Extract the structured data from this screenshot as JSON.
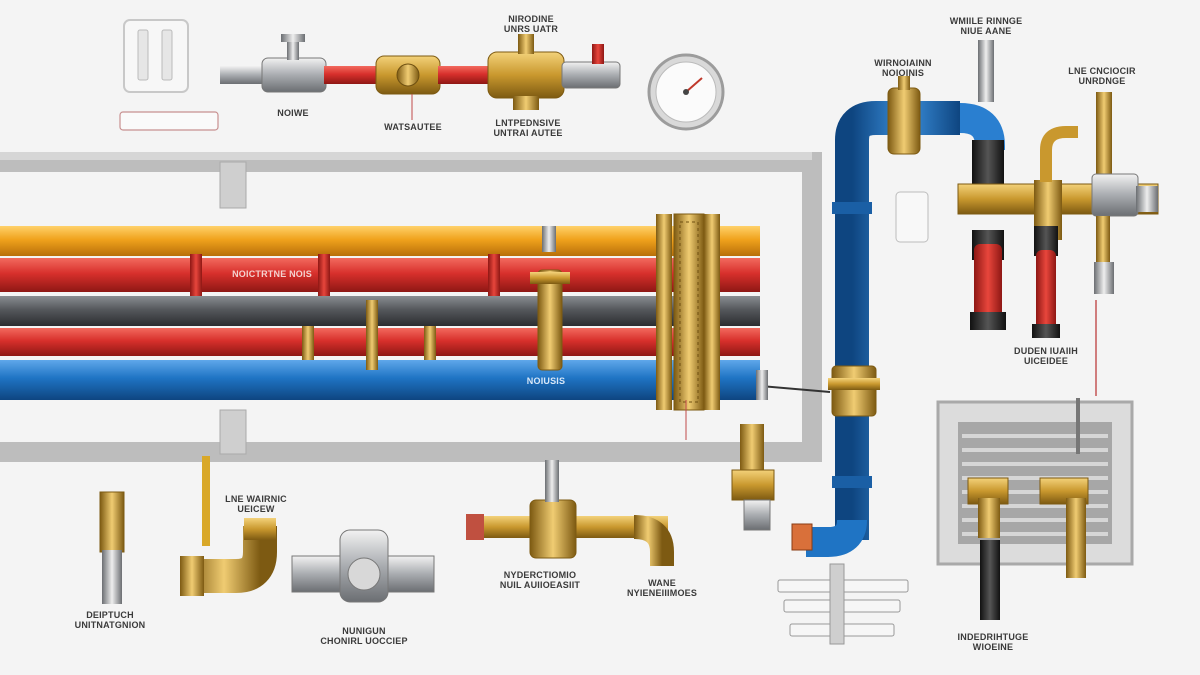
{
  "colors": {
    "background": "#f4f4f4",
    "pipe_yellow": "#f0a21c",
    "pipe_red": "#d8302c",
    "pipe_gray": "#55585c",
    "pipe_blue": "#1f74c4",
    "brass": "#c9982e",
    "frame": "#c9c9c9"
  },
  "labels": {
    "top_valve": "NOIWE",
    "top_water": "WATSAUTEE",
    "top_right_caption": "NIRODINE\nUNRS UATR",
    "top_brass_caption": "LNTPEDNSIVE\nUNTRAI AUTEE",
    "top_right_brass": "WIRNOIAINN\nNOIOINIS",
    "far_right_top": "WMIILE RINNGE\nNIUE AANE",
    "far_right_side": "LNE CNCIOCIR\nUNRDNGE",
    "pipe_red_tag": "NOICTRTNE NOIS",
    "pipe_blue_tag": "NOIUSIS",
    "right_red_pipes": "DUDEN IUAIIH\nUICEIDEE",
    "left_union": "DEIPTUCH\nUNITNATGNION",
    "brass_elbow": "LNE WAIRNIC\nUEICEW",
    "steel_tee": "NUNIGUN\nCHONIRL UOCCIEP",
    "bottom_tee": "NYDERCTIOMIO\nNUIL AUIIOEASIIT",
    "bottom_elbow": "WANE\nNYIENEIIIMOES",
    "bottom_vent": "INDEDRIHTUGE\nWIOEINE"
  }
}
